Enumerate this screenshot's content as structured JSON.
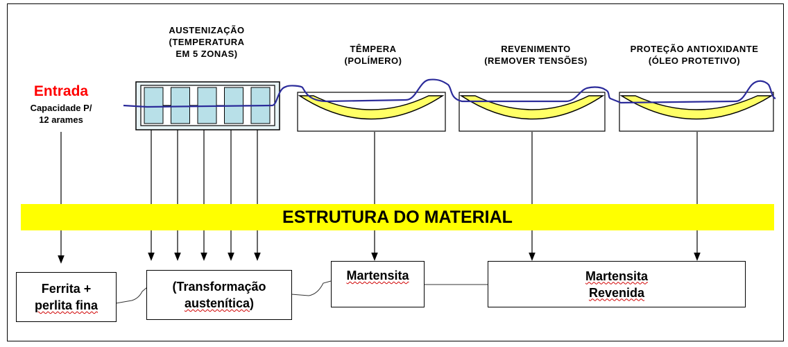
{
  "diagram": {
    "entrada": {
      "title": "Entrada",
      "capacity": "Capacidade P/\n12 arames"
    },
    "stages": {
      "austenitizacao": "AUSTENIZAÇÃO\n(TEMPERATURA\nEM 5 ZONAS)",
      "tempera": "TÊMPERA\n(POLÍMERO)",
      "revenimento": "REVENIMENTO\n(REMOVER TENSÕES)",
      "protecao": "PROTEÇÃO ANTIOXIDANTE\n(ÓLEO PROTETIVO)"
    },
    "band_label": "ESTRUTURA DO MATERIAL",
    "results": {
      "ferrita": "Ferrita +\nperlita fina",
      "transformacao": "(Transformação\naustenítica)",
      "martensita": "Martensita",
      "martensita_revenida": "Martensita\nRevenida"
    },
    "furnace_zone_count": 5,
    "colors": {
      "entrada": "#ff0000",
      "band": "#ffff00",
      "wire": "#2b2b9a",
      "bath": "#ffff66",
      "zone": "#b8e0e8"
    }
  }
}
